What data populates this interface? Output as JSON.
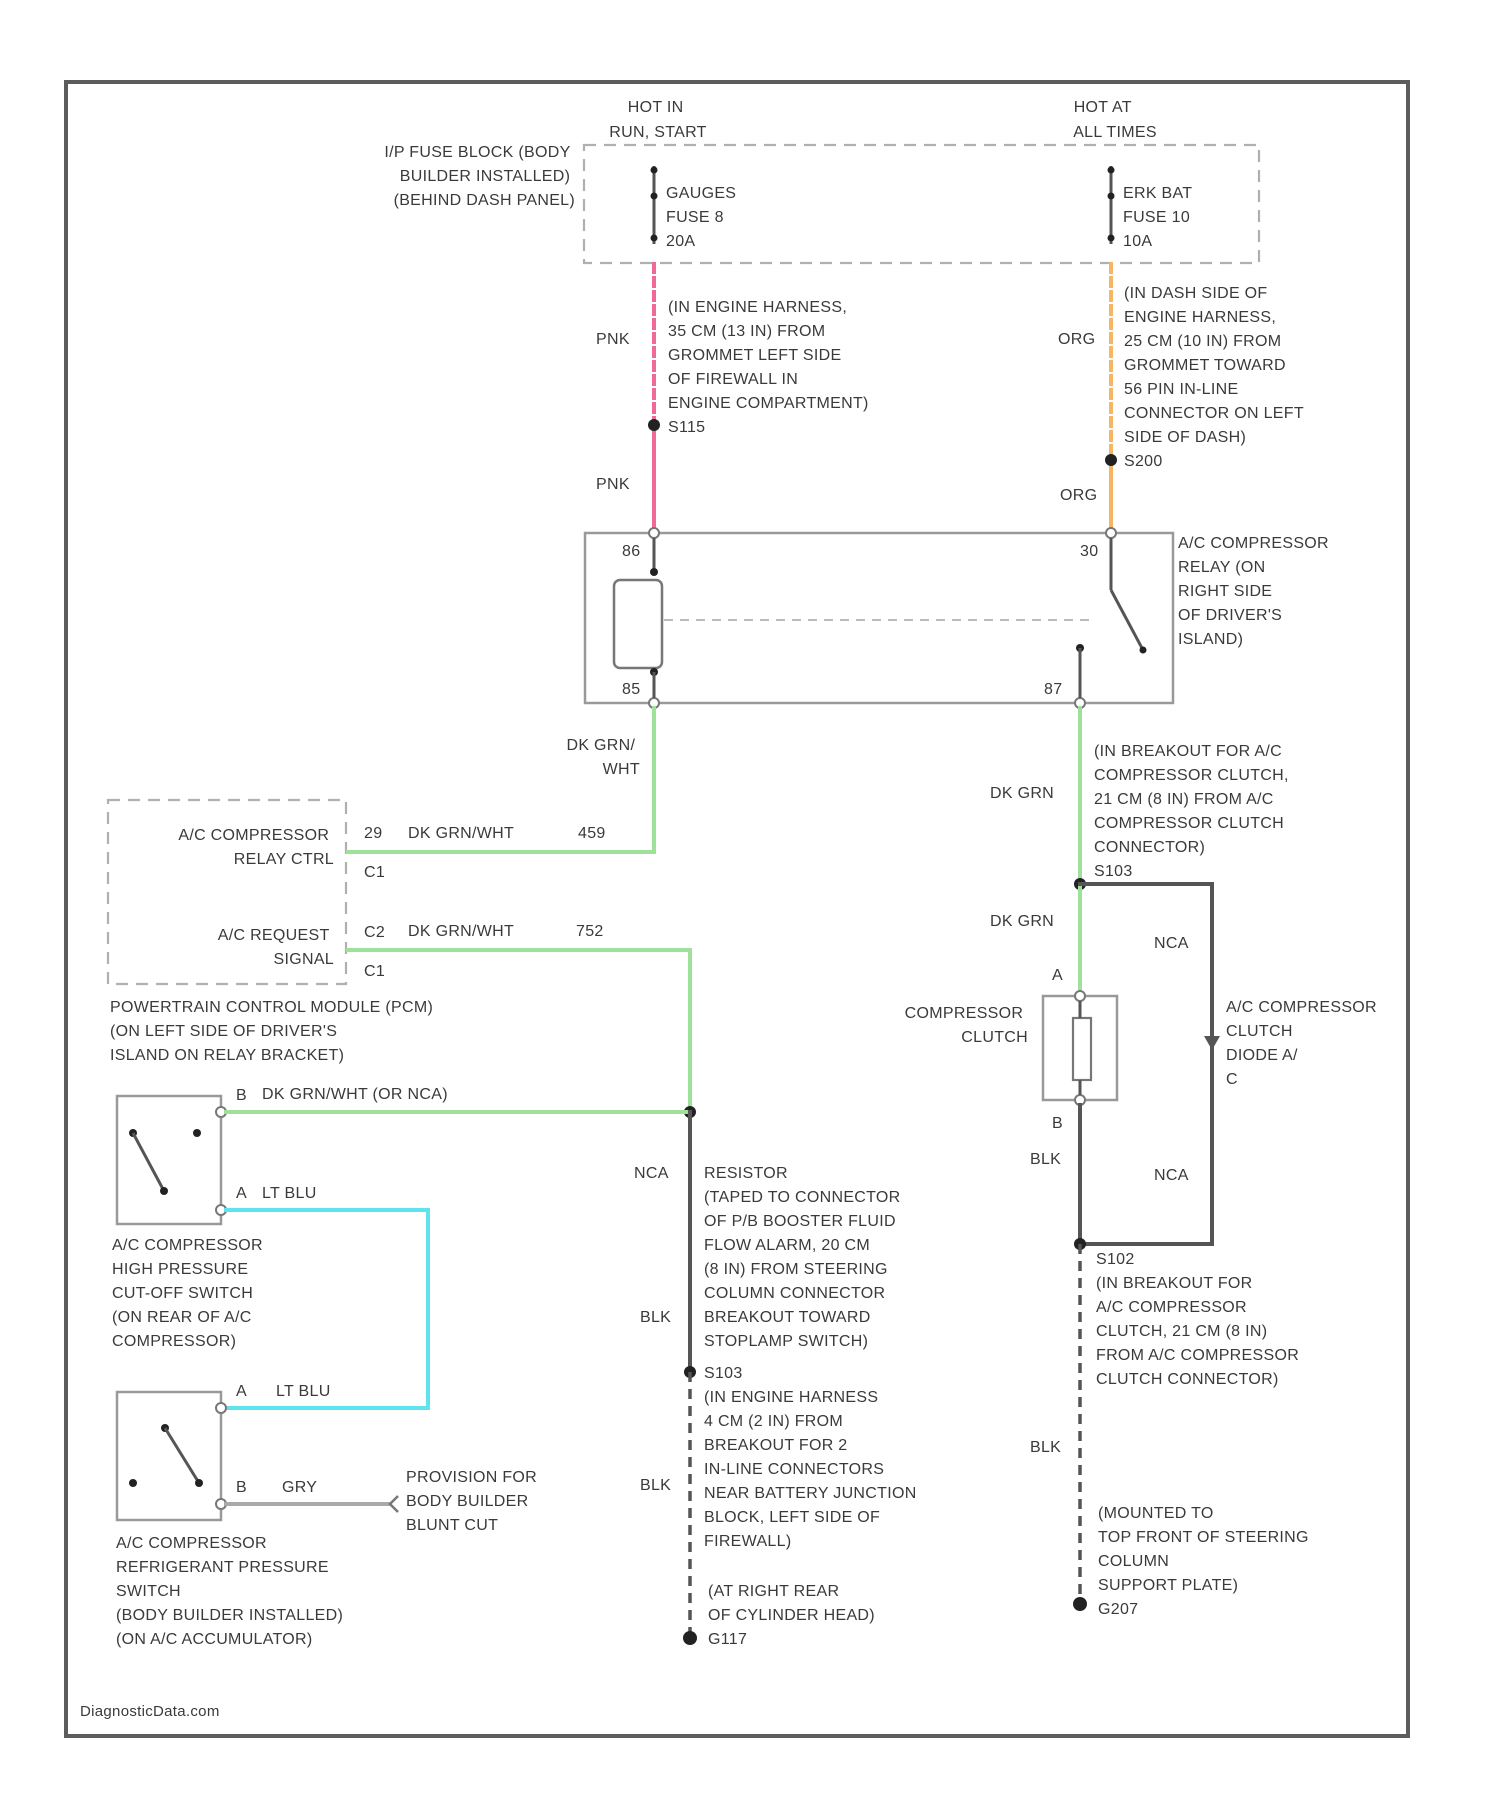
{
  "colors": {
    "pnk": "#f06a96",
    "org": "#f6b563",
    "dk_grn": "#9fe09a",
    "lt_blu": "#5fe3ee",
    "blk": "#555555",
    "gry": "#aaaaaa",
    "frame": "#5c5c5c"
  },
  "power": {
    "hot_run_start": [
      "HOT IN",
      "RUN, START"
    ],
    "hot_all_times": [
      "HOT AT",
      "ALL TIMES"
    ],
    "fuse_block": [
      "I/P FUSE BLOCK (BODY",
      "BUILDER INSTALLED)",
      "(BEHIND DASH PANEL)"
    ],
    "fuse_gauges": [
      "GAUGES",
      "FUSE 8",
      "20A"
    ],
    "fuse_ebk": [
      "ERK BAT",
      "FUSE 10",
      "10A"
    ]
  },
  "wires": {
    "pnk": "PNK",
    "org": "ORG",
    "dk_grn_wht": [
      "DK GRN/",
      "WHT"
    ],
    "dk_grn": "DK GRN",
    "dk_grn_wht_459": "DK GRN/WHT",
    "circuit_459": "459",
    "dk_grn_wht_752": "DK GRN/WHT",
    "circuit_752": "752",
    "dk_grn_wht_or_nca": "DK GRN/WHT (OR NCA)",
    "lt_blu": "LT BLU",
    "gry": "GRY",
    "nca": "NCA",
    "blk": "BLK"
  },
  "splices": {
    "s115": [
      "(IN ENGINE HARNESS,",
      "35 CM (13 IN) FROM",
      "GROMMET LEFT SIDE",
      "OF FIREWALL IN",
      "ENGINE COMPARTMENT)",
      "S115"
    ],
    "s200": [
      "(IN DASH SIDE OF",
      "ENGINE HARNESS,",
      "25 CM (10 IN) FROM",
      "GROMMET TOWARD",
      "56 PIN IN-LINE",
      "CONNECTOR ON LEFT",
      "SIDE OF DASH)",
      "S200"
    ],
    "s103": [
      "(IN BREAKOUT FOR A/C",
      "COMPRESSOR CLUTCH,",
      "21 CM (8 IN) FROM A/C",
      "COMPRESSOR CLUTCH",
      "CONNECTOR)",
      "S103"
    ],
    "s102": [
      "S102",
      "(IN BREAKOUT FOR",
      "A/C COMPRESSOR",
      "CLUTCH, 21 CM (8 IN)",
      "FROM A/C COMPRESSOR",
      "CLUTCH CONNECTOR)"
    ],
    "s103b": [
      "S103",
      "(IN ENGINE HARNESS",
      "4 CM (2 IN) FROM",
      "BREAKOUT FOR 2",
      "IN-LINE CONNECTORS",
      "NEAR BATTERY JUNCTION",
      "BLOCK, LEFT SIDE OF",
      "FIREWALL)"
    ]
  },
  "relay": {
    "name": [
      "A/C COMPRESSOR",
      "RELAY (ON",
      "RIGHT SIDE",
      "OF DRIVER'S",
      "ISLAND)"
    ],
    "pin_86": "86",
    "pin_85": "85",
    "pin_30": "30",
    "pin_87": "87"
  },
  "pcm": {
    "relay_ctrl": [
      "A/C COMPRESSOR",
      "RELAY CTRL"
    ],
    "request": [
      "A/C REQUEST",
      "SIGNAL"
    ],
    "pin_29": "29",
    "conn_c1": "C1",
    "pin_c2": "C2",
    "conn_c1b": "C1",
    "name": [
      "POWERTRAIN CONTROL MODULE (PCM)",
      "(ON LEFT SIDE OF DRIVER'S",
      "ISLAND ON RELAY BRACKET)"
    ]
  },
  "hp_switch": {
    "pin_b": "B",
    "pin_a": "A",
    "name": [
      "A/C COMPRESSOR",
      "HIGH PRESSURE",
      "CUT-OFF SWITCH",
      "(ON REAR OF A/C",
      "COMPRESSOR)"
    ]
  },
  "rp_switch": {
    "pin_a": "A",
    "pin_b": "B",
    "name": [
      "A/C COMPRESSOR",
      "REFRIGERANT PRESSURE",
      "SWITCH",
      "(BODY BUILDER INSTALLED)",
      "(ON A/C ACCUMULATOR)"
    ],
    "provision": [
      "PROVISION FOR",
      "BODY BUILDER",
      "BLUNT CUT"
    ]
  },
  "resistor": [
    "RESISTOR",
    "(TAPED TO CONNECTOR",
    "OF P/B BOOSTER FLUID",
    "FLOW ALARM, 20 CM",
    "(8 IN) FROM STEERING",
    "COLUMN CONNECTOR",
    "BREAKOUT TOWARD",
    "STOPLAMP SWITCH)"
  ],
  "clutch": {
    "name": [
      "COMPRESSOR",
      "CLUTCH"
    ],
    "pin_a": "A",
    "pin_b": "B",
    "diode": [
      "A/C COMPRESSOR",
      "CLUTCH",
      "DIODE A/",
      "C"
    ]
  },
  "grounds": {
    "g117": [
      "(AT RIGHT REAR",
      "OF CYLINDER HEAD)",
      "G117"
    ],
    "g207": [
      "(MOUNTED TO",
      "TOP FRONT OF STEERING",
      "COLUMN",
      "SUPPORT PLATE)",
      "G207"
    ]
  },
  "watermark": "DiagnosticData.com"
}
